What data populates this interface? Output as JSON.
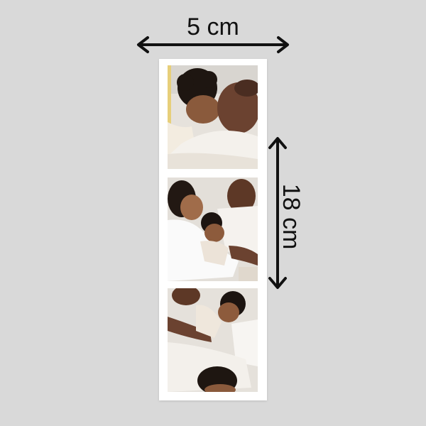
{
  "dimensions": {
    "width_label": "5 cm",
    "height_label": "18 cm"
  },
  "colors": {
    "background": "#d9d9d9",
    "strip": "#ffffff",
    "arrow": "#111111"
  },
  "photo_strip": {
    "photos": [
      {
        "name": "photo-1"
      },
      {
        "name": "photo-2"
      },
      {
        "name": "photo-3"
      }
    ]
  }
}
